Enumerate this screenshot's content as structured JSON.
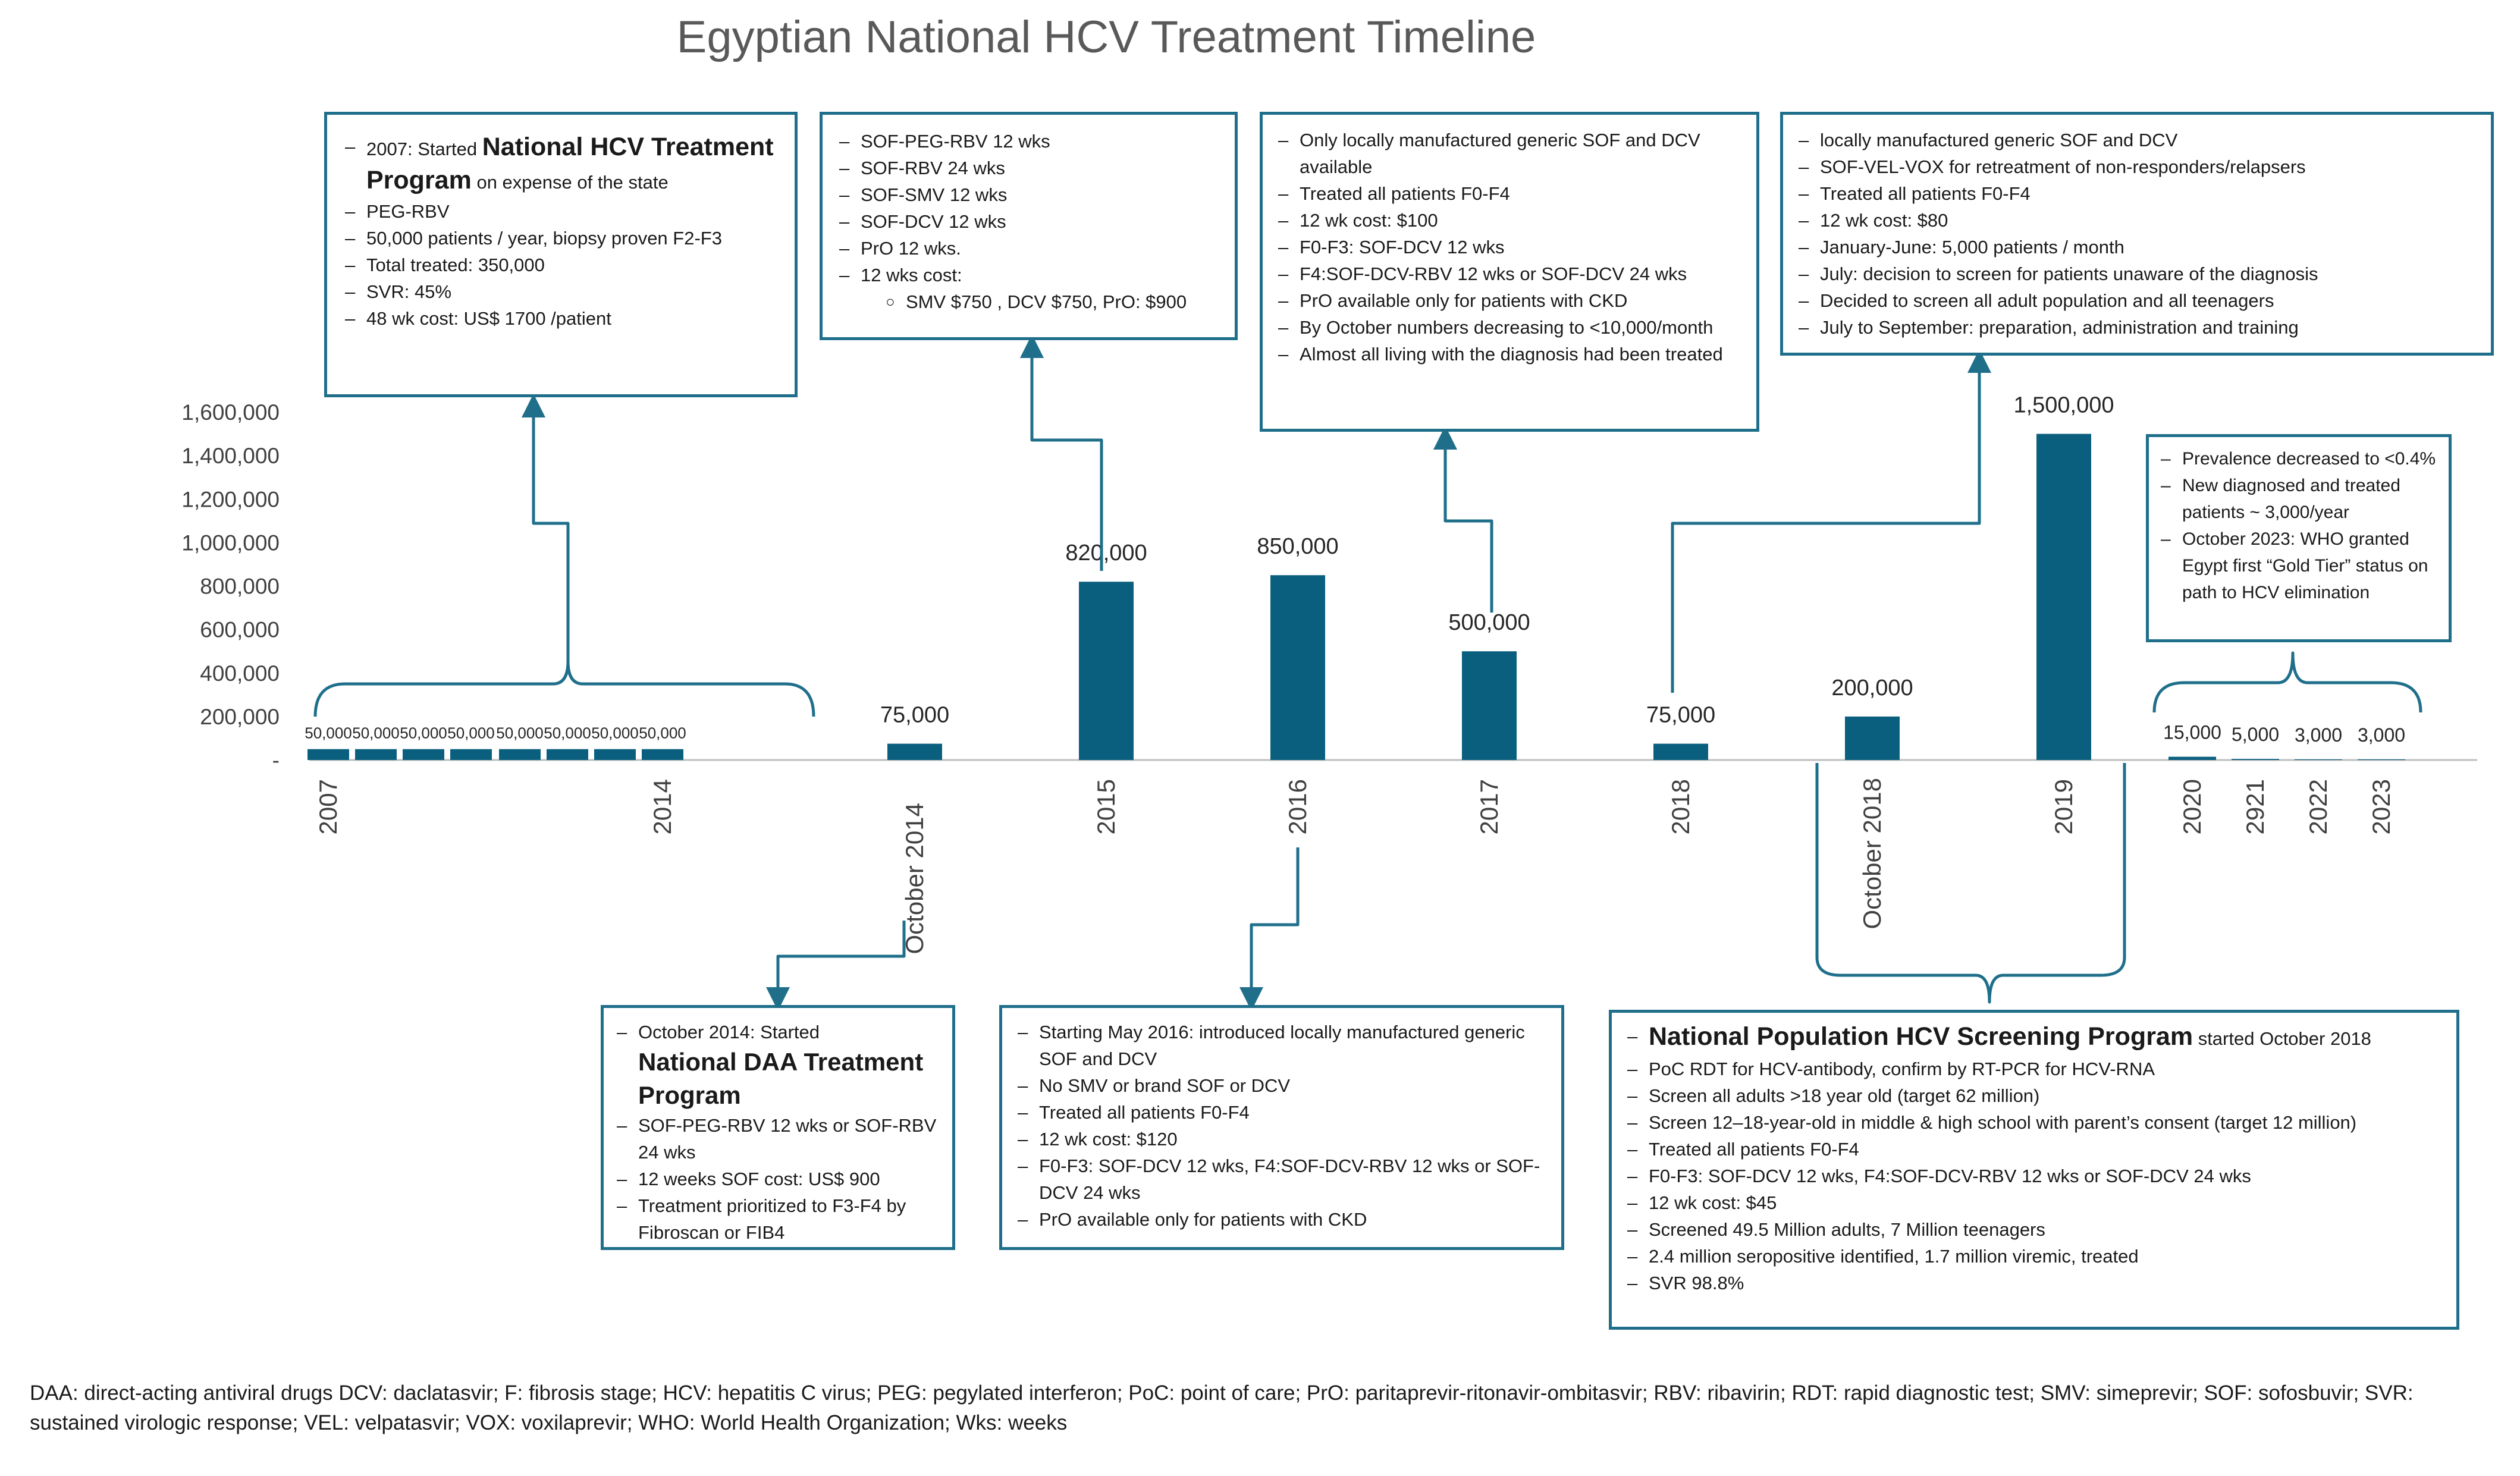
{
  "chart_data": {
    "type": "bar",
    "title": "Egyptian National HCV Treatment Timeline",
    "xlabel": "",
    "ylabel": "",
    "ylim": [
      0,
      1600000
    ],
    "yticks": [
      {
        "value": 0,
        "label": "-"
      },
      {
        "value": 200000,
        "label": "200,000"
      },
      {
        "value": 400000,
        "label": "400,000"
      },
      {
        "value": 600000,
        "label": "600,000"
      },
      {
        "value": 800000,
        "label": "800,000"
      },
      {
        "value": 1000000,
        "label": "1,000,000"
      },
      {
        "value": 1200000,
        "label": "1,200,000"
      },
      {
        "value": 1400000,
        "label": "1,400,000"
      },
      {
        "value": 1600000,
        "label": "1,600,000"
      }
    ],
    "grid": false,
    "bar_color": "#0b5f7e",
    "series": [
      {
        "values": [
          {
            "category": "2007",
            "value": 50000,
            "label": "50,000"
          },
          {
            "category": "",
            "value": 50000,
            "label": "50,000"
          },
          {
            "category": "",
            "value": 50000,
            "label": "50,000"
          },
          {
            "category": "",
            "value": 50000,
            "label": "50,000"
          },
          {
            "category": "",
            "value": 50000,
            "label": "50,000"
          },
          {
            "category": "",
            "value": 50000,
            "label": "50,000"
          },
          {
            "category": "",
            "value": 50000,
            "label": "50,000"
          },
          {
            "category": "2014",
            "value": 50000,
            "label": "50,000"
          },
          {
            "category": "October 2014",
            "value": 75000,
            "label": "75,000"
          },
          {
            "category": "2015",
            "value": 820000,
            "label": "820,000"
          },
          {
            "category": "2016",
            "value": 850000,
            "label": "850,000"
          },
          {
            "category": "2017",
            "value": 500000,
            "label": "500,000"
          },
          {
            "category": "2018",
            "value": 75000,
            "label": "75,000"
          },
          {
            "category": "October 2018",
            "value": 200000,
            "label": "200,000"
          },
          {
            "category": "2019",
            "value": 1500000,
            "label": "1,500,000"
          },
          {
            "category": "2020",
            "value": 15000,
            "label": "15,000"
          },
          {
            "category": "2921",
            "value": 5000,
            "label": "5,000"
          },
          {
            "category": "2022",
            "value": 3000,
            "label": "3,000"
          },
          {
            "category": "2023",
            "value": 3000,
            "label": "3,000"
          }
        ]
      }
    ]
  },
  "callouts": {
    "program2007": {
      "items": [
        {
          "prefix": "2007: Started ",
          "bold": "National HCV Treatment Program",
          "suffix": " on expense of the state"
        },
        {
          "text": "PEG-RBV"
        },
        {
          "text": "50,000 patients / year, biopsy proven F2-F3"
        },
        {
          "text": "Total treated: 350,000"
        },
        {
          "text": "SVR: 45%"
        },
        {
          "text": "48 wk cost: US$ 1700 /patient"
        }
      ]
    },
    "daa2014": {
      "intro": "October 2014: Started",
      "heading": "National DAA Treatment Program",
      "items": [
        "SOF-PEG-RBV 12 wks or SOF-RBV 24 wks",
        "12 weeks SOF cost: US$ 900",
        "Treatment prioritized to F3-F4 by Fibroscan or FIB4"
      ]
    },
    "y2015": {
      "items": [
        "SOF-PEG-RBV 12 wks",
        "SOF-RBV 24 wks",
        "SOF-SMV 12 wks",
        "SOF-DCV 12 wks",
        "PrO 12 wks.",
        "12 wks cost:"
      ],
      "sub": "SMV $750 , DCV $750, PrO: $900"
    },
    "y2016": {
      "items": [
        "Starting May 2016: introduced locally manufactured generic SOF and DCV",
        "No SMV or brand SOF or DCV",
        "Treated all patients F0-F4",
        "12 wk cost: $120",
        "F0-F3: SOF-DCV 12 wks, F4:SOF-DCV-RBV 12 wks or SOF-DCV 24 wks",
        "PrO available only for patients with CKD"
      ]
    },
    "y2017": {
      "items": [
        "Only locally manufactured generic SOF and DCV available",
        "Treated all patients F0-F4",
        "12 wk cost: $100",
        "F0-F3: SOF-DCV 12 wks",
        "F4:SOF-DCV-RBV 12 wks or SOF-DCV 24 wks",
        "PrO available only for patients with CKD",
        "By October numbers decreasing to <10,000/month",
        "Almost all living with the diagnosis had been treated"
      ]
    },
    "y2018": {
      "items": [
        "locally manufactured generic SOF and DCV",
        "SOF-VEL-VOX for retreatment of non-responders/relapsers",
        "Treated all patients F0-F4",
        "12 wk cost: $80",
        "January-June: 5,000 patients / month",
        "July: decision to screen for patients unaware of the diagnosis",
        "Decided to screen all adult population and all teenagers",
        "July to September: preparation, administration and training"
      ]
    },
    "y2020": {
      "items": [
        "Prevalence decreased to <0.4%",
        "New diagnosed and treated patients ~ 3,000/year",
        "October 2023: WHO granted Egypt first “Gold Tier” status on path to HCV elimination"
      ]
    },
    "screening": {
      "heading": "National Population HCV Screening Program",
      "heading_suffix": " started October 2018",
      "items": [
        "PoC RDT for HCV-antibody, confirm by RT-PCR for HCV-RNA",
        "Screen all adults >18 year old (target 62 million)",
        "Screen 12–18-year-old in middle & high school with parent’s consent (target 12 million)",
        "Treated all patients F0-F4",
        "F0-F3: SOF-DCV 12 wks, F4:SOF-DCV-RBV 12 wks or SOF-DCV 24 wks",
        "12 wk cost: $45",
        "Screened 49.5 Million adults, 7 Million teenagers",
        "2.4 million seropositive identified,    1.7 million viremic, treated",
        "SVR 98.8%"
      ]
    }
  },
  "footer": "DAA: direct-acting antiviral drugs  DCV: daclatasvir; F: fibrosis stage; HCV: hepatitis C virus; PEG: pegylated interferon; PoC: point of care; PrO: paritaprevir-ritonavir-ombitasvir; RBV: ribavirin; RDT: rapid diagnostic test; SMV: simeprevir; SOF: sofosbuvir; SVR: sustained virologic response; VEL: velpatasvir; VOX: voxilaprevir; WHO: World Health Organization; Wks: weeks",
  "colors": {
    "bar": "#0b5f7e",
    "callout_border": "#1f6f8b",
    "connector": "#1f6f8b",
    "title": "#595959"
  }
}
